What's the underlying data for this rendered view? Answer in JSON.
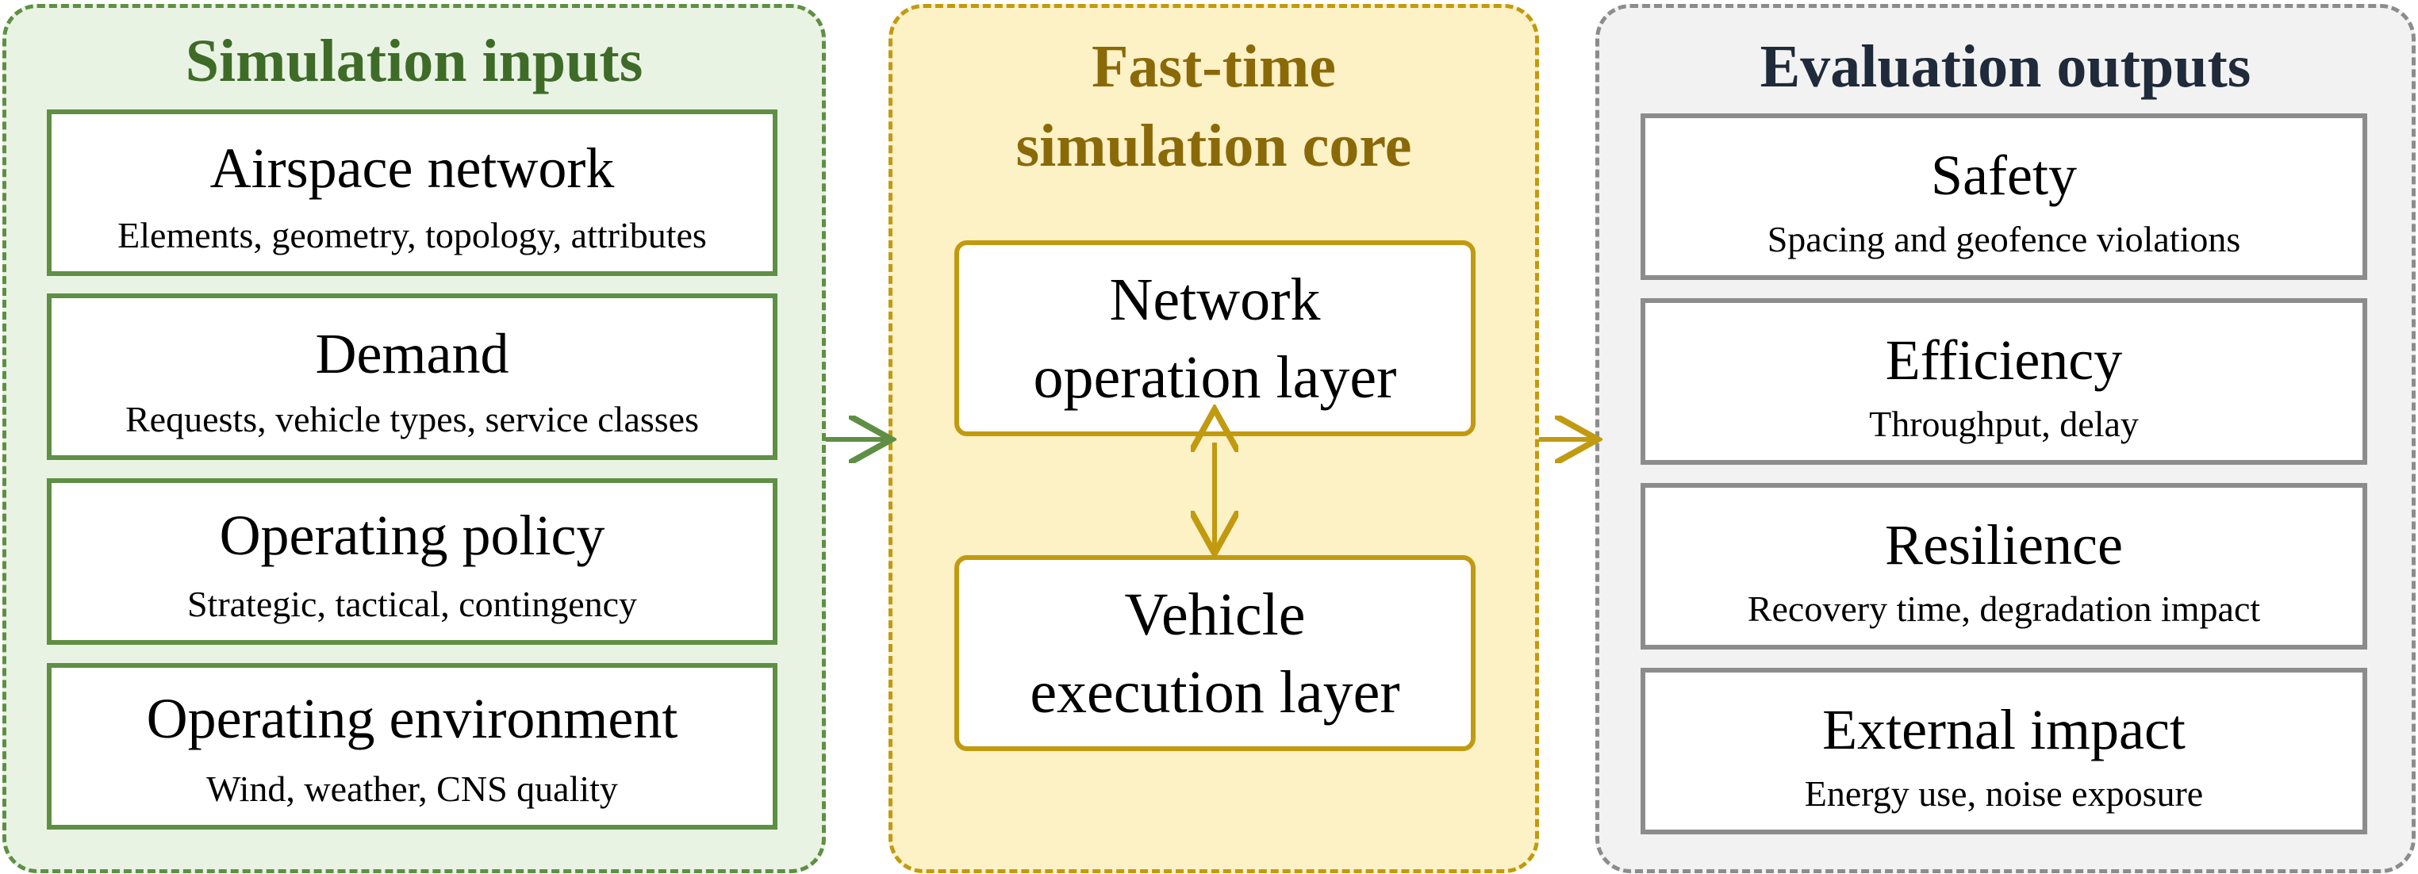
{
  "colors": {
    "inputs_border": "#5f8f45",
    "inputs_fill": "#e9f3e3",
    "inputs_title": "#3f6b29",
    "core_border": "#c19a10",
    "core_fill": "#fdf1c6",
    "core_title": "#8a6a08",
    "outputs_border": "#8c8c8c",
    "outputs_fill": "#f2f2f2",
    "outputs_title": "#1f2a3a"
  },
  "inputs": {
    "title": "Simulation inputs",
    "items": [
      {
        "title": "Airspace network",
        "subtitle": "Elements, geometry, topology, attributes"
      },
      {
        "title": "Demand",
        "subtitle": "Requests, vehicle types, service classes"
      },
      {
        "title": "Operating policy",
        "subtitle": "Strategic, tactical, contingency"
      },
      {
        "title": "Operating environment",
        "subtitle": "Wind, weather, CNS quality"
      }
    ]
  },
  "core": {
    "title_line1": "Fast-time",
    "title_line2": "simulation core",
    "layers": [
      {
        "line1": "Network",
        "line2": "operation layer"
      },
      {
        "line1": "Vehicle",
        "line2": "execution layer"
      }
    ]
  },
  "outputs": {
    "title": "Evaluation outputs",
    "items": [
      {
        "title": "Safety",
        "subtitle": "Spacing and geofence violations"
      },
      {
        "title": "Efficiency",
        "subtitle": "Throughput, delay"
      },
      {
        "title": "Resilience",
        "subtitle": "Recovery time, degradation impact"
      },
      {
        "title": "External impact",
        "subtitle": "Energy use, noise exposure"
      }
    ]
  }
}
